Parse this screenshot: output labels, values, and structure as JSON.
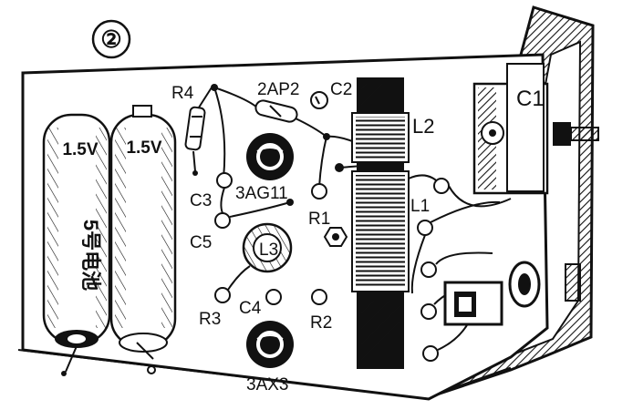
{
  "figure_number": "②",
  "batteries": {
    "left_voltage": "1.5V",
    "left_side_text": "5号电池",
    "right_voltage": "1.5V"
  },
  "components": {
    "diode": "2AP2",
    "transistor_top": "3AG11",
    "transistor_bottom": "3AX3"
  },
  "labels": {
    "r4": "R4",
    "c2": "C2",
    "c1": "C1",
    "l2": "L2",
    "l1": "L1",
    "c3": "C3",
    "r1": "R1",
    "c5": "C5",
    "l3": "L3",
    "c4": "C4",
    "r3": "R3",
    "r2": "R2"
  },
  "colors": {
    "ink": "#111111",
    "paper": "#ffffff"
  }
}
